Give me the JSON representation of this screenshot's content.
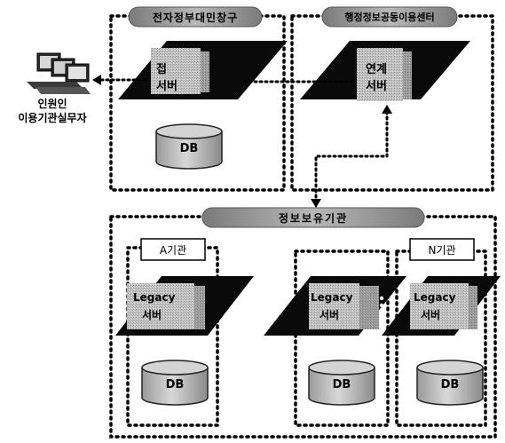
{
  "diagram": {
    "user": {
      "line1": "인원인",
      "line2": "이용기관실무자"
    },
    "top_left_group": {
      "title": "전자정부대민창구",
      "server_label_1": "접",
      "server_label_2": "서버",
      "db_label": "DB"
    },
    "top_right_group": {
      "title": "행정정보공동이용센터",
      "server_label_1": "연계",
      "server_label_2": "서버"
    },
    "bottom_group": {
      "title": "정보보유기관",
      "agency_a_label": "A기관",
      "agency_n_label": "N기관",
      "legacy_label_1": "Legacy",
      "legacy_label_2": "서버",
      "db_label": "DB"
    },
    "colors": {
      "dots": "#000000",
      "plate": "#0a0a0a",
      "box": "#bdbdbd",
      "pill": "#9a9a9a"
    }
  }
}
